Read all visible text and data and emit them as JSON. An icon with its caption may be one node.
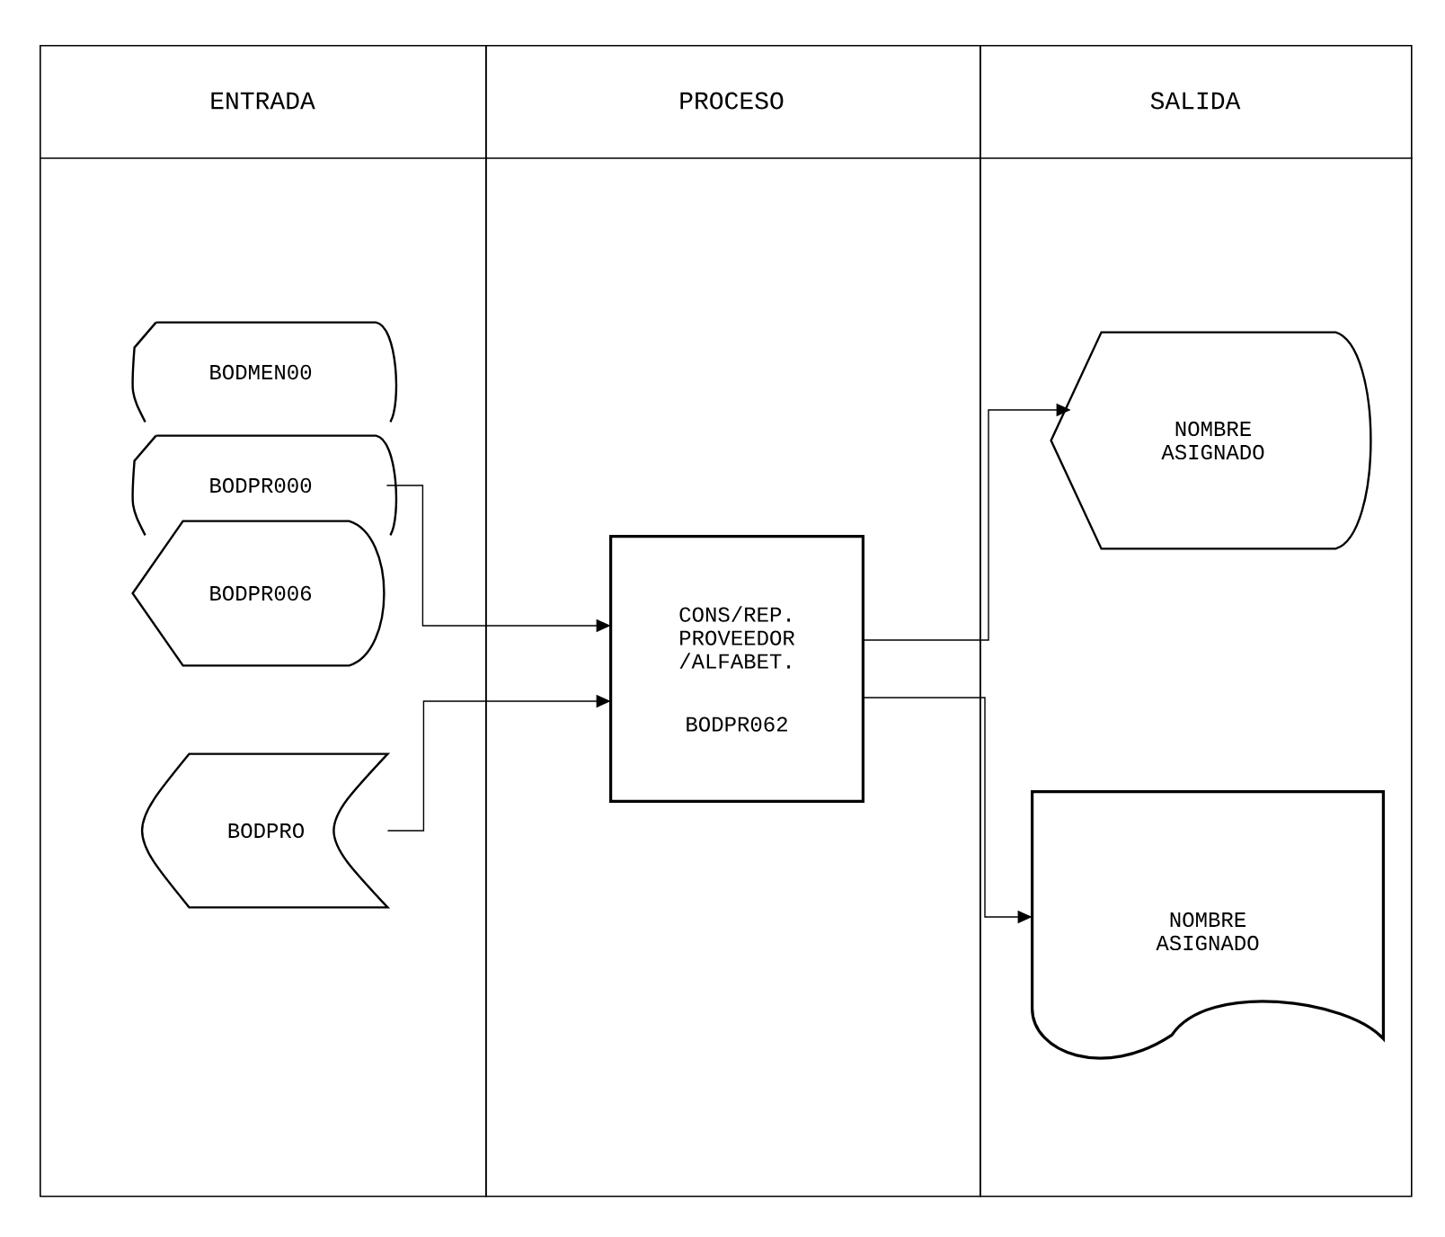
{
  "diagram": {
    "nodes": [
      {
        "text": [
          "ENTRADA"
        ]
      },
      {
        "text": [
          "PROCESO"
        ]
      },
      {
        "text": [
          "SALIDA"
        ]
      },
      {
        "text": [
          "BODMEN00"
        ],
        "in": 0
      },
      {
        "text": [
          "BODPR000"
        ],
        "in": 0
      },
      {
        "text": [
          "BODPR006"
        ],
        "in": 0
      },
      {
        "text": [
          "BODPRO"
        ],
        "in": 0
      },
      {
        "text": [
          "CONS/REP. PROVEEDOR /ALFABET.",
          "BODPR062"
        ],
        "in": 1
      },
      {
        "text": [
          "NOMBRE ASIGNADO"
        ],
        "in": 2
      },
      {
        "text": [
          "NOMBRE ASIGNADO"
        ],
        "in": 2
      }
    ],
    "edges": [
      {
        "from": 4,
        "to": 7,
        "arrow": "to"
      },
      {
        "from": 6,
        "to": 7,
        "arrow": "to"
      },
      {
        "from": 7,
        "to": 8,
        "arrow": "to"
      },
      {
        "from": 7,
        "to": 9,
        "arrow": "to"
      }
    ]
  }
}
